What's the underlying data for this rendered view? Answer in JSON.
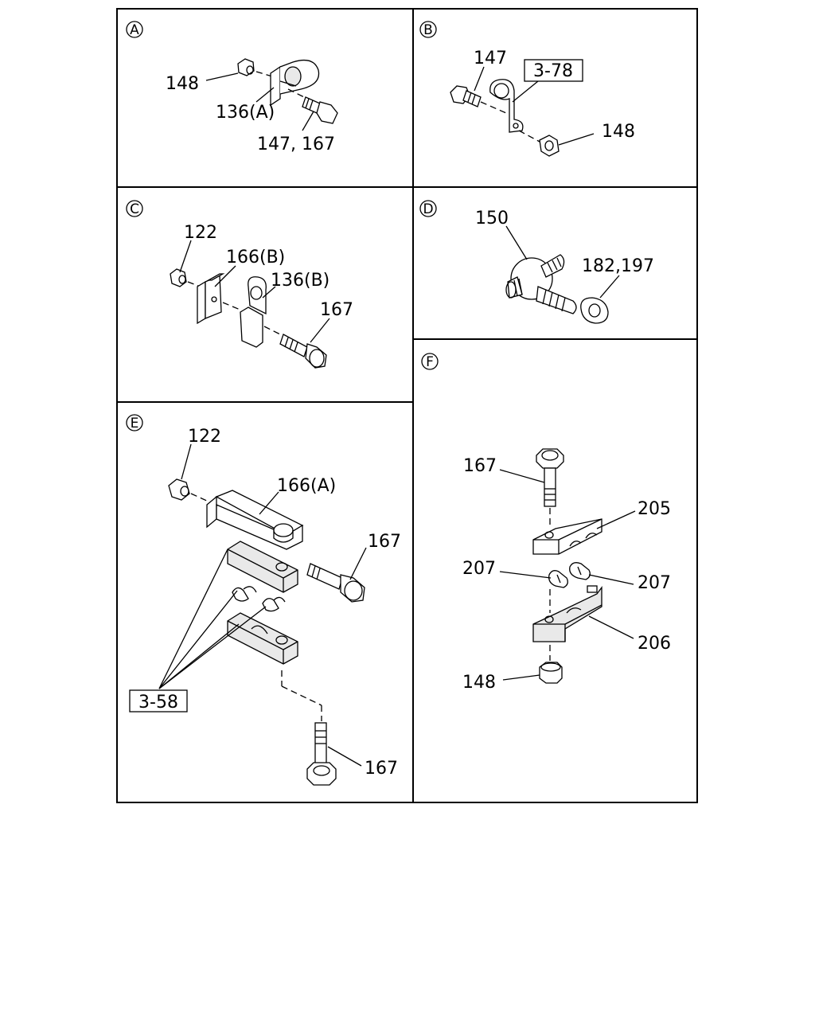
{
  "panels": {
    "a": {
      "letter": "A",
      "labels": {
        "p148": "148",
        "p136a": "136(A)",
        "p147_167": "147, 167"
      }
    },
    "b": {
      "letter": "B",
      "labels": {
        "p147": "147",
        "ref": "3-78",
        "p148": "148"
      }
    },
    "c": {
      "letter": "C",
      "labels": {
        "p122": "122",
        "p166b": "166(B)",
        "p136b": "136(B)",
        "p167": "167"
      }
    },
    "d": {
      "letter": "D",
      "labels": {
        "p150": "150",
        "p182_197": "182,197"
      }
    },
    "e": {
      "letter": "E",
      "labels": {
        "p122": "122",
        "p166a": "166(A)",
        "p167_top": "167",
        "ref": "3-58",
        "p167_bottom": "167"
      }
    },
    "f": {
      "letter": "F",
      "labels": {
        "p167": "167",
        "p205": "205",
        "p207_left": "207",
        "p207_right": "207",
        "p206": "206",
        "p148": "148"
      }
    }
  }
}
